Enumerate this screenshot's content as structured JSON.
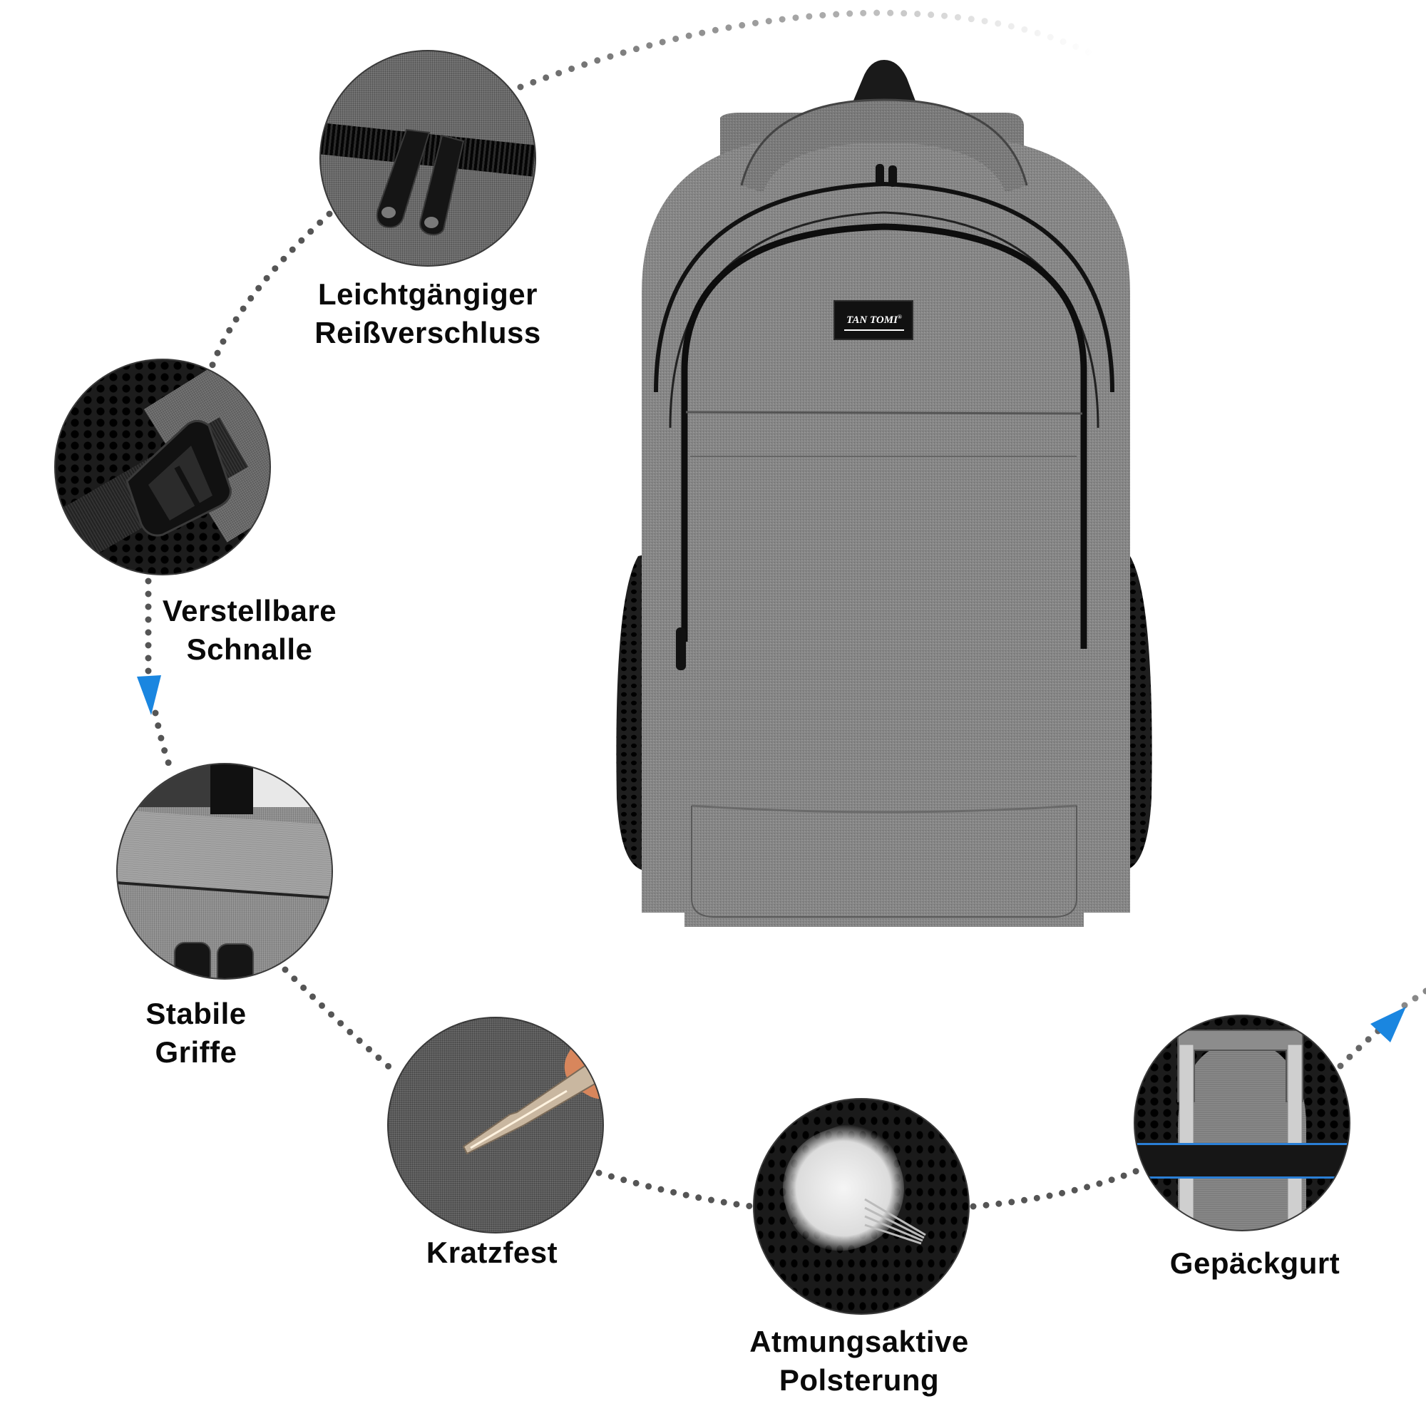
{
  "product": {
    "type": "backpack",
    "brand_label": "TAN TOMI",
    "brand_mark": "®",
    "colors": {
      "fabric": "#8a8a8a",
      "trim": "#111111",
      "accent_arrow": "#1a86e0",
      "dots": "#555555",
      "luggage_strap_line": "#2a7fd6"
    }
  },
  "features": [
    {
      "id": "zipper",
      "line1": "Leichtgängiger",
      "line2": "Reißverschluss",
      "icon": "zipper-pull-icon"
    },
    {
      "id": "buckle",
      "line1": "Verstellbare",
      "line2": "Schnalle",
      "icon": "buckle-icon"
    },
    {
      "id": "handle",
      "line1": "Stabile",
      "line2": "Griffe",
      "icon": "handle-icon"
    },
    {
      "id": "scratch",
      "line1": "Kratzfest",
      "line2": "",
      "icon": "key-scratch-icon"
    },
    {
      "id": "padding",
      "line1": "Atmungsaktive",
      "line2": "Polsterung",
      "icon": "mesh-padding-icon"
    },
    {
      "id": "luggage",
      "line1": "Gepäckgurt",
      "line2": "",
      "icon": "luggage-strap-icon"
    }
  ],
  "arrows": [
    {
      "id": "arrow-down-left",
      "direction": "down"
    },
    {
      "id": "arrow-up-right",
      "direction": "up-right"
    }
  ]
}
